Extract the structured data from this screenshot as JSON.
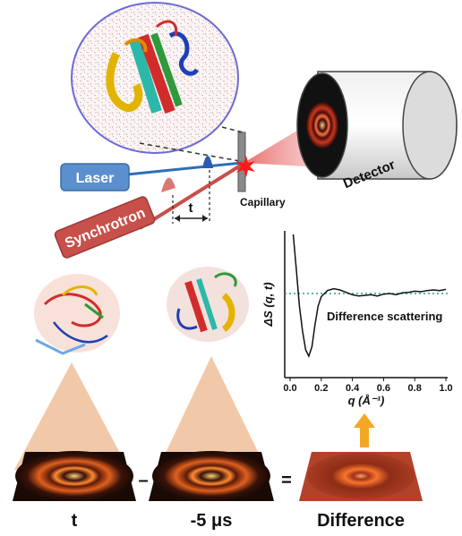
{
  "labels": {
    "laser": "Laser",
    "synchrotron": "Synchrotron",
    "capillary": "Capillary",
    "detector": "Detector",
    "delay": "t",
    "minus": "–",
    "equals": "=",
    "bottom_left": "t",
    "bottom_middle": "-5 μs",
    "bottom_right": "Difference"
  },
  "colors": {
    "laser_box": "#5b8fce",
    "laser_beam": "#2e6fb8",
    "synchrotron_box": "#c8504a",
    "synchrotron_beam": "#c8504a",
    "arrow": "#f5a623",
    "scatter_ring": "#ff7a2a",
    "cone": "#f2c9a8",
    "droplet_border": "#6b6bd6"
  },
  "icons": {
    "droplet": "protein-in-water-droplet",
    "detector": "cylindrical-detector-icon",
    "capillary": "capillary-tube-icon",
    "laser_pulse": "pulse-icon",
    "xray_pulse": "pulse-icon",
    "up_arrow": "up-arrow-icon"
  },
  "chart_data": {
    "type": "line",
    "title": "Difference scattering",
    "xlabel": "q (Å⁻¹)",
    "ylabel": "ΔS (q, t)",
    "xlim": [
      0.0,
      1.0
    ],
    "x_ticks": [
      "0.0",
      "0.2",
      "0.4",
      "0.6",
      "0.8",
      "1.0"
    ],
    "reference_line": "dotted horizontal baseline",
    "grid": false,
    "series": [
      {
        "x": [
          0.02,
          0.04,
          0.06,
          0.08,
          0.1,
          0.12,
          0.14,
          0.16,
          0.18,
          0.2,
          0.24,
          0.28,
          0.32,
          0.36,
          0.4,
          0.44,
          0.48,
          0.52,
          0.56,
          0.6,
          0.64,
          0.68,
          0.72,
          0.76,
          0.8,
          0.84,
          0.88,
          0.92,
          0.96,
          1.0
        ],
        "values": [
          1.0,
          0.4,
          -0.2,
          -0.6,
          -0.9,
          -1.0,
          -0.85,
          -0.5,
          -0.2,
          -0.05,
          0.05,
          0.08,
          0.06,
          0.02,
          -0.02,
          -0.04,
          -0.03,
          -0.02,
          -0.04,
          -0.01,
          0.0,
          -0.02,
          0.01,
          0.02,
          0.04,
          0.03,
          0.05,
          0.06,
          0.05,
          0.07
        ]
      }
    ]
  }
}
